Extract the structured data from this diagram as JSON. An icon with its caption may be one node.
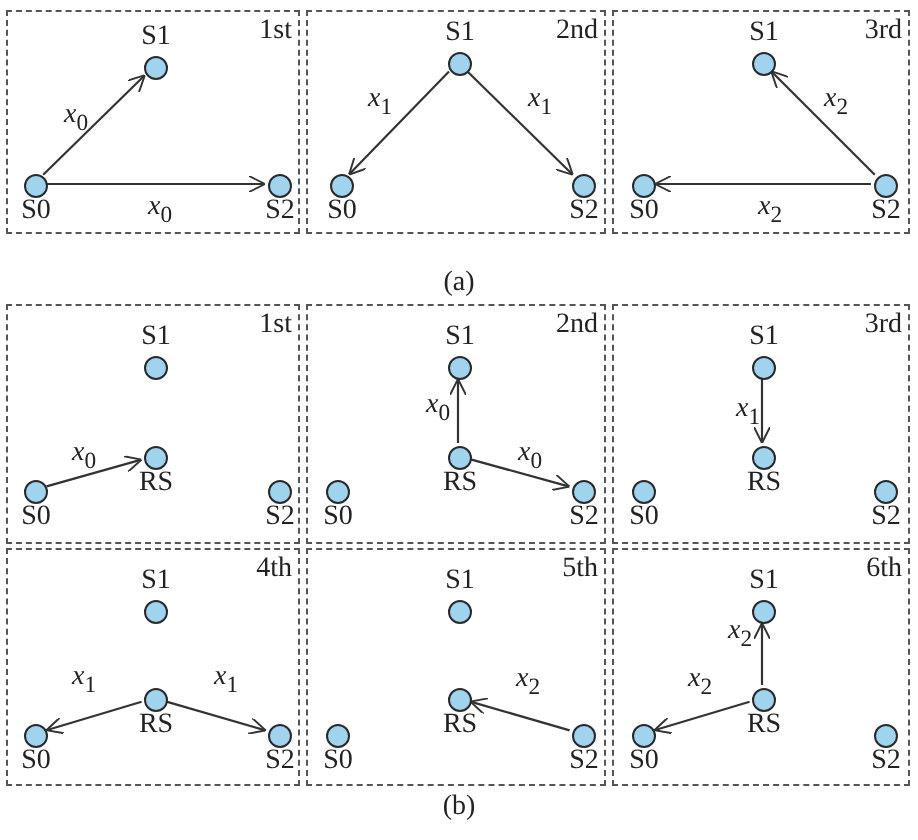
{
  "diagram": {
    "nodes": [
      {
        "text": [
          "1st"
        ]
      },
      {
        "text": [
          "S1"
        ],
        "in": 0
      },
      {
        "text": [
          "S0"
        ],
        "in": 0
      },
      {
        "text": [
          "S2"
        ],
        "in": 0
      },
      {
        "text": [
          "2nd"
        ]
      },
      {
        "text": [
          "S1"
        ],
        "in": 4
      },
      {
        "text": [
          "S0"
        ],
        "in": 4
      },
      {
        "text": [
          "S2"
        ],
        "in": 4
      },
      {
        "text": [
          "3rd"
        ]
      },
      {
        "text": [
          "S1"
        ],
        "in": 8
      },
      {
        "text": [
          "S0"
        ],
        "in": 8
      },
      {
        "text": [
          "S2"
        ],
        "in": 8
      },
      {
        "text": [
          "1st"
        ]
      },
      {
        "text": [
          "S1"
        ],
        "in": 12
      },
      {
        "text": [
          "RS"
        ],
        "in": 12
      },
      {
        "text": [
          "S0"
        ],
        "in": 12
      },
      {
        "text": [
          "S2"
        ],
        "in": 12
      },
      {
        "text": [
          "2nd"
        ]
      },
      {
        "text": [
          "S1"
        ],
        "in": 17
      },
      {
        "text": [
          "RS"
        ],
        "in": 17
      },
      {
        "text": [
          "S0"
        ],
        "in": 17
      },
      {
        "text": [
          "S2"
        ],
        "in": 17
      },
      {
        "text": [
          "3rd"
        ]
      },
      {
        "text": [
          "S1"
        ],
        "in": 22
      },
      {
        "text": [
          "RS"
        ],
        "in": 22
      },
      {
        "text": [
          "S0"
        ],
        "in": 22
      },
      {
        "text": [
          "S2"
        ],
        "in": 22
      },
      {
        "text": [
          "4th"
        ]
      },
      {
        "text": [
          "S1"
        ],
        "in": 27
      },
      {
        "text": [
          "RS"
        ],
        "in": 27
      },
      {
        "text": [
          "S0"
        ],
        "in": 27
      },
      {
        "text": [
          "S2"
        ],
        "in": 27
      },
      {
        "text": [
          "5th"
        ]
      },
      {
        "text": [
          "S1"
        ],
        "in": 32
      },
      {
        "text": [
          "RS"
        ],
        "in": 32
      },
      {
        "text": [
          "S0"
        ],
        "in": 32
      },
      {
        "text": [
          "S2"
        ],
        "in": 32
      },
      {
        "text": [
          "6th"
        ]
      },
      {
        "text": [
          "S1"
        ],
        "in": 37
      },
      {
        "text": [
          "RS"
        ],
        "in": 37
      },
      {
        "text": [
          "S0"
        ],
        "in": 37
      },
      {
        "text": [
          "S2"
        ],
        "in": 37
      }
    ],
    "edges": [
      {
        "from": 2,
        "to": 1,
        "arrow": "to",
        "label": "*x*$_{0}$"
      },
      {
        "from": 2,
        "to": 3,
        "arrow": "to",
        "label": "*x*$_{0}$"
      },
      {
        "from": 5,
        "to": 6,
        "arrow": "to",
        "label": "*x*$_{1}$"
      },
      {
        "from": 5,
        "to": 7,
        "arrow": "to",
        "label": "*x*$_{1}$"
      },
      {
        "from": 11,
        "to": 9,
        "arrow": "to",
        "label": "*x*$_{2}$"
      },
      {
        "from": 11,
        "to": 10,
        "arrow": "to",
        "label": "*x*$_{2}$"
      },
      {
        "from": 15,
        "to": 14,
        "arrow": "to",
        "label": "*x*$_{0}$"
      },
      {
        "from": 19,
        "to": 18,
        "arrow": "to",
        "label": "*x*$_{0}$"
      },
      {
        "from": 19,
        "to": 21,
        "arrow": "to",
        "label": "*x*$_{0}$"
      },
      {
        "from": 23,
        "to": 24,
        "arrow": "to",
        "label": "*x*$_{1}$"
      },
      {
        "from": 29,
        "to": 30,
        "arrow": "to",
        "label": "*x*$_{1}$"
      },
      {
        "from": 29,
        "to": 31,
        "arrow": "to",
        "label": "*x*$_{1}$"
      },
      {
        "from": 36,
        "to": 34,
        "arrow": "to",
        "label": "*x*$_{2}$"
      },
      {
        "from": 39,
        "to": 40,
        "arrow": "to",
        "label": "*x*$_{2}$"
      },
      {
        "from": 39,
        "to": 38,
        "arrow": "to",
        "label": "*x*$_{2}$"
      }
    ],
    "labels": [
      "(a)",
      "(b)"
    ]
  }
}
